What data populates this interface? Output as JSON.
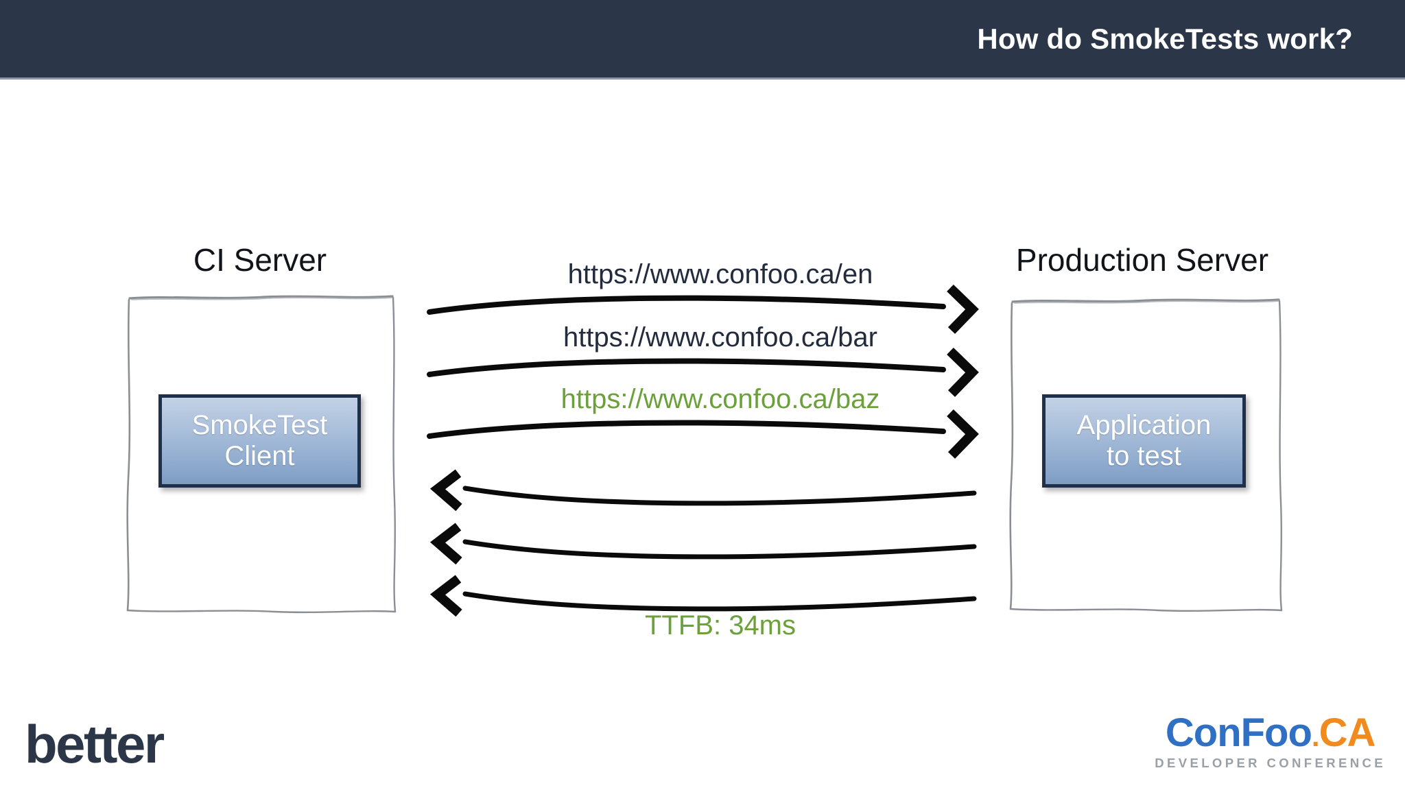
{
  "header": {
    "title": "How do SmokeTests work?",
    "background_color": "#2b3648",
    "title_color": "#ffffff"
  },
  "diagram": {
    "left_server": {
      "label": "CI Server",
      "node_label": "SmokeTest\nClient"
    },
    "right_server": {
      "label": "Production Server",
      "node_label": "Application\nto test"
    },
    "requests": [
      {
        "text": "https://www.confoo.ca/en",
        "color": "#232c3d",
        "direction": "right"
      },
      {
        "text": "https://www.confoo.ca/bar",
        "color": "#232c3d",
        "direction": "right"
      },
      {
        "text": "https://www.confoo.ca/baz",
        "color": "#6ba03a",
        "direction": "right"
      }
    ],
    "responses": [
      {
        "text": "",
        "direction": "left"
      },
      {
        "text": "",
        "direction": "left"
      },
      {
        "text": "TTFB: 34ms",
        "color": "#6ba03a",
        "direction": "left"
      }
    ],
    "response_label": "TTFB: 34ms",
    "node_gradient_top": "#c3d2e6",
    "node_gradient_bottom": "#7e9cc4",
    "node_border_color": "#20304a",
    "arrow_color": "#000000"
  },
  "footer": {
    "better_logo": "better",
    "confoo": {
      "con": "ConFoo",
      "dot": ".",
      "ca": "CA",
      "tagline": "DEVELOPER CONFERENCE",
      "brand_blue": "#2f6fc4",
      "brand_orange": "#f28b1e"
    }
  }
}
